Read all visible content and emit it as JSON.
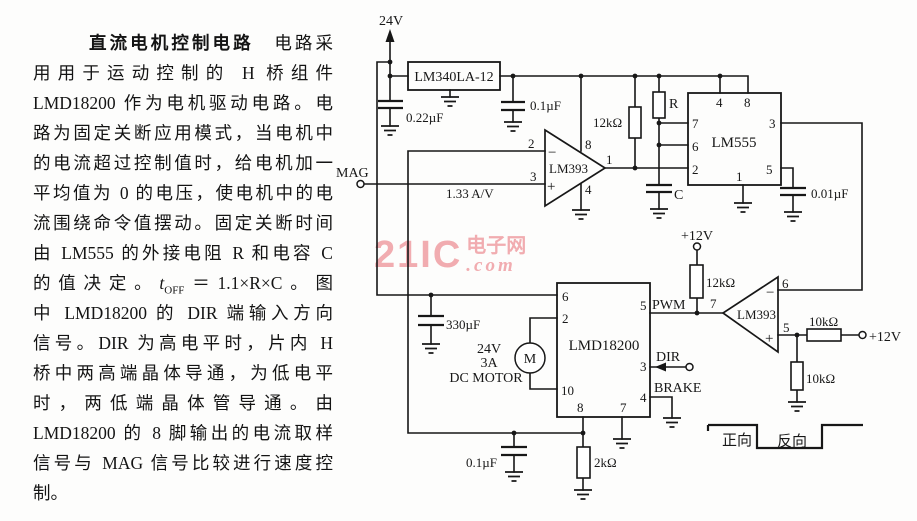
{
  "colors": {
    "ink": "#171717",
    "watermark_pink": "#ef9fa3",
    "paper": "#fdfdfc"
  },
  "description": {
    "title_bold": "直流电机控制电路",
    "l1_rest": "　电路采",
    "l2": "用用于运动控制的 H 桥组件",
    "l3": "LMD18200 作为电机驱动电路。电",
    "l4": "路为固定关断应用模式，当电机中",
    "l5": "的电流超过控制值时，给电机加一",
    "l6": "平均值为 0 的电压，使电机中的电",
    "l7": "流围绕命令值摆动。固定关断时间",
    "l8": "由 LM555 的外接电阻 R 和电容 C",
    "f_pre": "的值决定。",
    "f_t": "t",
    "f_sub": "OFF",
    "f_rest": "＝1.1×R×C。图",
    "l10": "中 LMD18200 的 DIR 端输入方向",
    "l11": "信号。DIR 为高电平时，片内 H",
    "l12": "桥中两高端晶体导通，为低电平",
    "l13": "时，两低端晶体管导通。由",
    "l14": "LMD18200 的 8 脚输出的电流取样",
    "l15": "信号与 MAG 信号比较进行速度控",
    "l16": "制。"
  },
  "watermark": {
    "brand": "21IC",
    "suffix_cn": "电子网",
    "suffix_com": ".com"
  },
  "circuit": {
    "labels": {
      "supply24": "24V",
      "regulator": "LM340LA-12",
      "cap_in": "0.22µF",
      "cap_reg_out": "0.1µF",
      "mag": "MAG",
      "gain": "1.33 A/V",
      "comp1": "LM393",
      "comp1_minus": "−",
      "comp1_plus": "+",
      "comp1_pin2": "2",
      "comp1_pin3": "3",
      "comp1_pin8": "8",
      "comp1_pin4": "4",
      "comp1_pin1": "1",
      "pullup12k": "12kΩ",
      "r": "R",
      "c": "C",
      "timer": "LM555",
      "timer_pin4": "4",
      "timer_pin8": "8",
      "timer_pin7": "7",
      "timer_pin6": "6",
      "timer_pin2": "2",
      "timer_pin1": "1",
      "timer_pin3": "3",
      "timer_pin5": "5",
      "cap_ctrl": "0.01µF",
      "v12_a": "+12V",
      "pullup12k2": "12kΩ",
      "pwm": "PWM",
      "comp2": "LM393",
      "comp2_minus": "−",
      "comp2_plus": "+",
      "comp2_pin6": "6",
      "comp2_pin5": "5",
      "comp2_pin7": "7",
      "r10k_h": "10kΩ",
      "v12_b": "+12V",
      "r10k_v": "10kΩ",
      "driver": "LMD18200",
      "drv_pin6": "6",
      "drv_pin2": "2",
      "drv_pin10": "10",
      "drv_pin8": "8",
      "drv_pin7": "7",
      "drv_pin5": "5",
      "drv_pin3": "3",
      "drv_pin4": "4",
      "motor_m": "M",
      "motor_v": "24V",
      "motor_a": "3A",
      "motor_name": "DC MOTOR",
      "cap_bulk": "330µF",
      "dir": "DIR",
      "brake": "BRAKE",
      "cap_sense": "0.1µF",
      "r_sense": "2kΩ",
      "wave_fwd": "正向",
      "wave_rev": "反向"
    }
  }
}
